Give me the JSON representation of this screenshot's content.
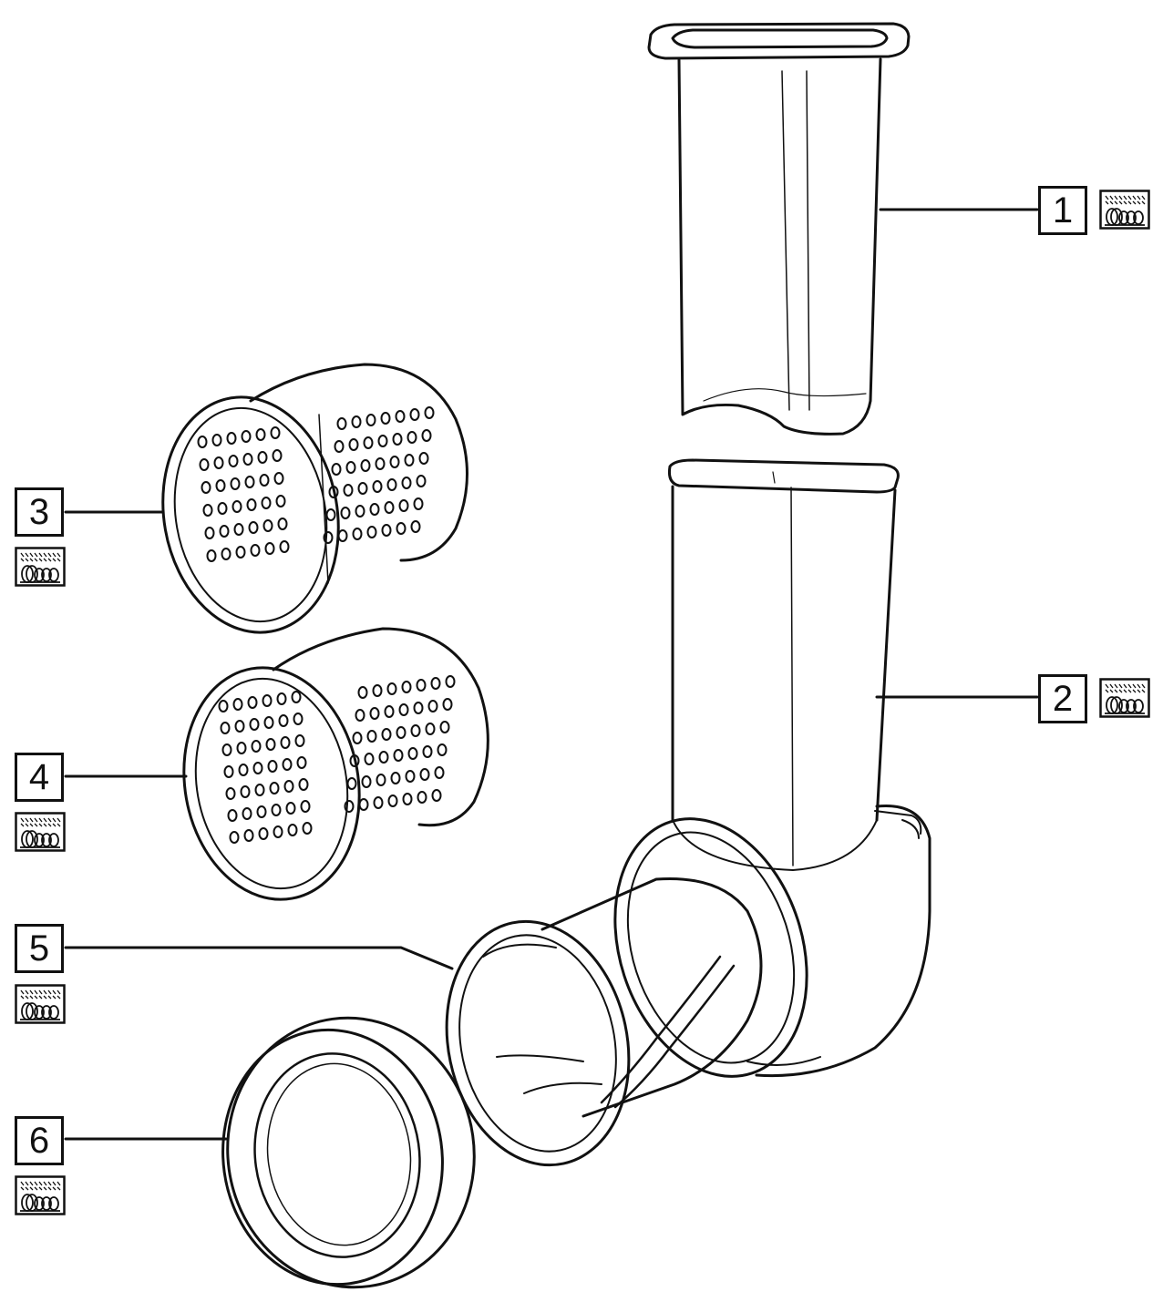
{
  "colors": {
    "ink": "#111111",
    "paper": "#ffffff"
  },
  "icons": {
    "dishwasher": "dishwasher-safe-icon"
  },
  "callouts": [
    {
      "number": "1",
      "part": "pusher"
    },
    {
      "number": "2",
      "part": "feed-tube-housing"
    },
    {
      "number": "3",
      "part": "coarse-grater-drum"
    },
    {
      "number": "4",
      "part": "fine-grater-drum"
    },
    {
      "number": "5",
      "part": "slicer-drum"
    },
    {
      "number": "6",
      "part": "end-cap-ring"
    }
  ]
}
